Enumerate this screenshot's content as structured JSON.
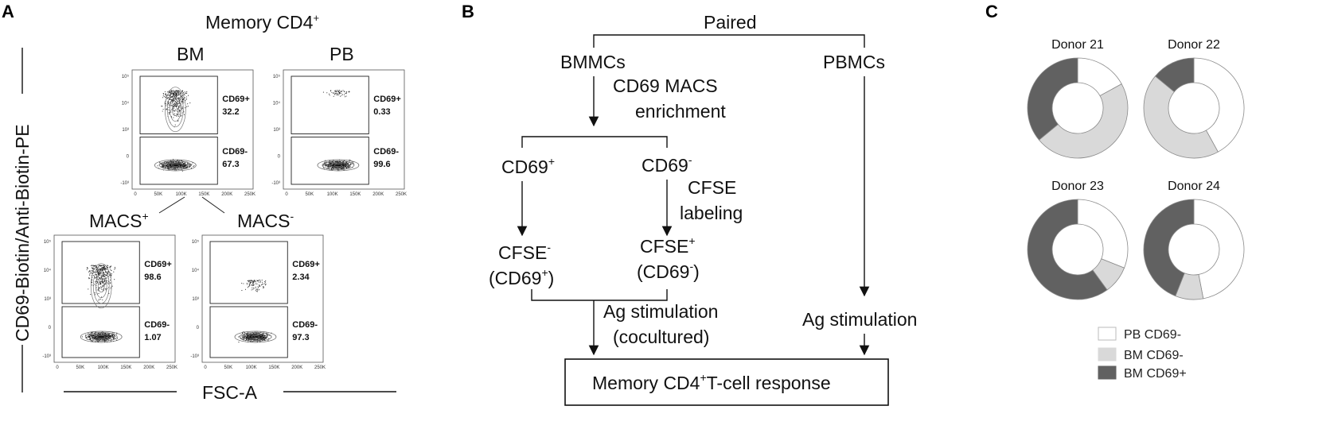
{
  "panel_a": {
    "letter": "A",
    "title": "Memory CD4",
    "title_sup": "+",
    "y_axis_label": "CD69-Biotin/Anti-Biotin-PE",
    "x_axis_label": "FSC-A",
    "plots": [
      {
        "label": "BM",
        "gate_top": "CD69+",
        "value_top": "32.2",
        "gate_bottom": "CD69-",
        "value_bottom": "67.3"
      },
      {
        "label": "PB",
        "gate_top": "CD69+",
        "value_top": "0.33",
        "gate_bottom": "CD69-",
        "value_bottom": "99.6"
      },
      {
        "label": "MACS",
        "label_sup": "+",
        "gate_top": "CD69+",
        "value_top": "98.6",
        "gate_bottom": "CD69-",
        "value_bottom": "1.07"
      },
      {
        "label": "MACS",
        "label_sup": "-",
        "gate_top": "CD69+",
        "value_top": "2.34",
        "gate_bottom": "CD69-",
        "value_bottom": "97.3"
      }
    ],
    "y_ticks": [
      "10⁵",
      "10⁴",
      "10³",
      "0",
      "-10³"
    ],
    "x_ticks": [
      "0",
      "50K",
      "100K",
      "150K",
      "200K",
      "250K"
    ]
  },
  "panel_b": {
    "letter": "B",
    "paired": "Paired",
    "bmmcs": "BMMCs",
    "pbmcs": "PBMCs",
    "enrich_line1": "CD69 MACS",
    "enrich_line2": "enrichment",
    "cd69_pos": "CD69",
    "cd69_pos_sup": "+",
    "cd69_neg": "CD69",
    "cd69_neg_sup": "-",
    "cfse_line1": "CFSE",
    "cfse_line2": "labeling",
    "cfse_neg": "CFSE",
    "cfse_neg_sup": "-",
    "cfse_neg_sub_a": "(CD69",
    "cfse_neg_sub_sup": "+",
    "cfse_neg_sub_b": ")",
    "cfse_pos": "CFSE",
    "cfse_pos_sup": "+",
    "cfse_pos_sub_a": "(CD69",
    "cfse_pos_sub_sup": "-",
    "cfse_pos_sub_b": ")",
    "ag_line1": "Ag stimulation",
    "ag_line2": "(cocultured)",
    "ag_stim": "Ag stimulation",
    "response_a": "Memory CD4",
    "response_sup": "+",
    "response_b": "T-cell response"
  },
  "panel_c": {
    "letter": "C",
    "colors": {
      "PB CD69-": "#ffffff",
      "BM CD69-": "#d9d9d9",
      "BM CD69+": "#616161"
    },
    "legend": [
      "PB CD69-",
      "BM CD69-",
      "BM CD69+"
    ]
  },
  "chart_data": {
    "type": "pie",
    "variant": "donut",
    "categories": [
      "PB CD69-",
      "BM CD69-",
      "BM CD69+"
    ],
    "donors": [
      {
        "name": "Donor 21",
        "values": [
          0.17,
          0.47,
          0.36
        ]
      },
      {
        "name": "Donor 22",
        "values": [
          0.42,
          0.44,
          0.14
        ]
      },
      {
        "name": "Donor 23",
        "values": [
          0.31,
          0.09,
          0.6
        ]
      },
      {
        "name": "Donor 24",
        "values": [
          0.47,
          0.09,
          0.44
        ]
      }
    ]
  }
}
